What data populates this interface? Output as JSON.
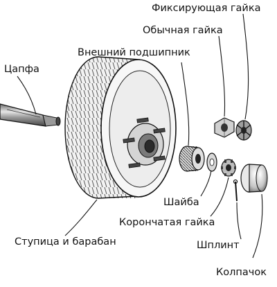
{
  "labels": {
    "locking_nut": "Фиксирующая гайка",
    "regular_nut": "Обычная гайка",
    "outer_bearing": "Внешний подшипник",
    "spindle": "Цапфа",
    "washer": "Шайба",
    "castle_nut": "Корончатая гайка",
    "hub_drum": "Ступица и барабан",
    "cotter_pin": "Шплинт",
    "cap": "Колпачок"
  },
  "colors": {
    "ink": "#111111",
    "paper": "#ffffff",
    "shade": "#bdbdbd",
    "dark": "#3a3a3a"
  }
}
